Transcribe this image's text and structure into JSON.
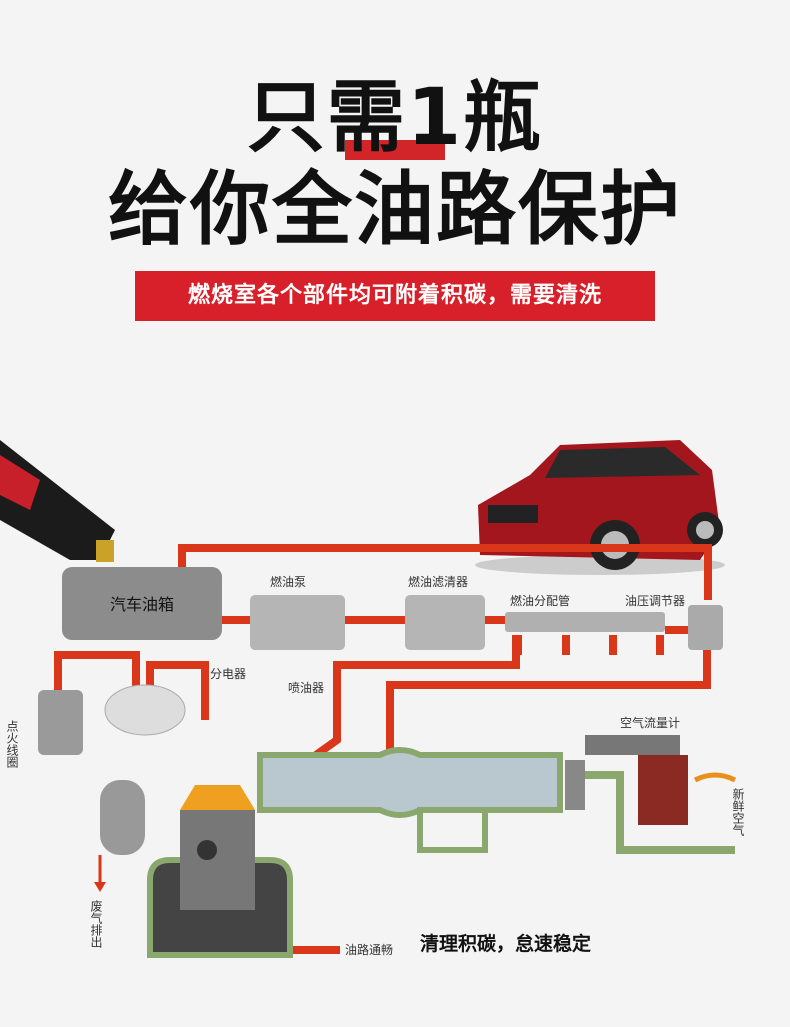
{
  "headline": {
    "line1": "只需1瓶",
    "line2": "给你全油路保护"
  },
  "banner": "燃烧室各个部件均可附着积碳，需要清洗",
  "diagram": {
    "fuel_tank": "汽车油箱",
    "fuel_pump": "燃油泵",
    "fuel_filter": "燃油滤清器",
    "fuel_rail": "燃油分配管",
    "pressure_regulator": "油压调节器",
    "distributor": "分电器",
    "injector": "喷油器",
    "ignition_coil": "点火线圈",
    "air_flow_meter": "空气流量计",
    "fresh_air": "新鲜空气",
    "exhaust": "废气排出",
    "legend": "油路通畅"
  },
  "tagline": "清理积碳，怠速稳定",
  "colors": {
    "accent": "#d7202a",
    "pipe": "#d9361a",
    "background": "#f4f4f4"
  }
}
